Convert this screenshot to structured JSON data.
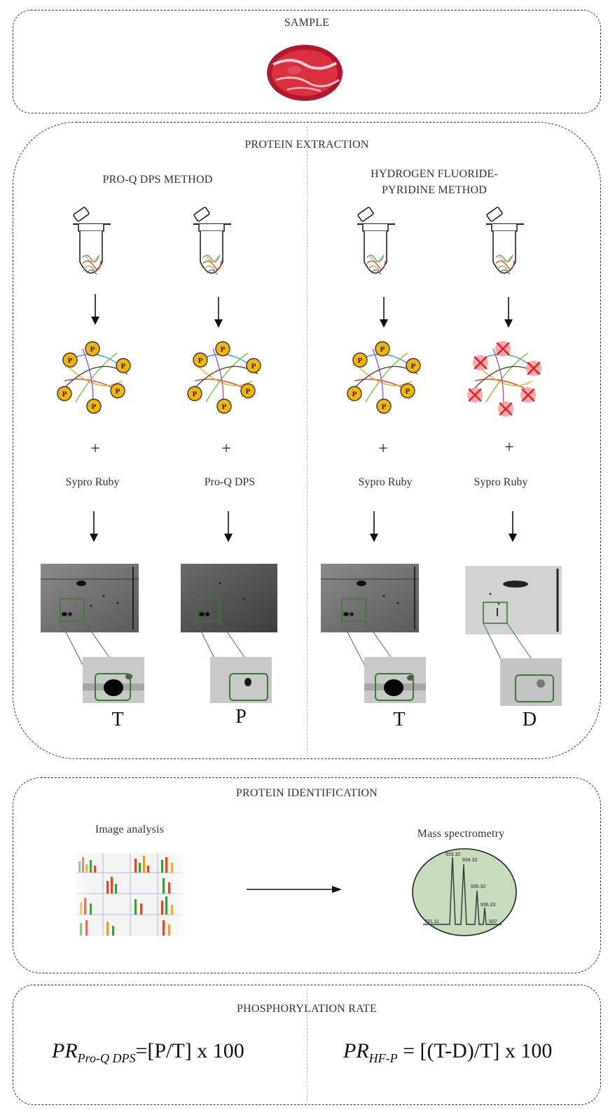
{
  "sample": {
    "title": "SAMPLE",
    "image": "meat-steak-photo"
  },
  "extraction": {
    "title": "PROTEIN EXTRACTION",
    "methods": [
      {
        "label": "PRO-Q DPS METHOD"
      },
      {
        "label_line1": "HYDROGEN FLUORIDE-",
        "label_line2": "PYRIDINE METHOD"
      }
    ],
    "columns": [
      {
        "protein_state": "phosphorylated",
        "plus": "+",
        "stain": "Sypro Ruby",
        "result": "T"
      },
      {
        "protein_state": "phosphorylated",
        "plus": "+",
        "stain": "Pro-Q DPS",
        "result": "P"
      },
      {
        "protein_state": "phosphorylated",
        "plus": "+",
        "stain": "Sypro Ruby",
        "result": "T"
      },
      {
        "protein_state": "dephosphorylated",
        "plus": "+",
        "stain": "Sypro Ruby",
        "result": "D"
      }
    ],
    "phospho_marker": "P",
    "icons": [
      "tube-icon",
      "arrow-down-icon",
      "protein-cluster-icon",
      "gel-image",
      "gel-zoom-image"
    ],
    "colors": {
      "phospho": "#f5b400",
      "dephospho": "#f4a3a3",
      "spot_box": "#3b7a32"
    }
  },
  "identification": {
    "title": "PROTEIN IDENTIFICATION",
    "image_analysis": "Image analysis",
    "mass_spec": "Mass spectrometry",
    "ms_circle_color": "#c6dcbd",
    "peak_labels": [
      "933.32",
      "934.32",
      "935.32",
      "936.33",
      "931.11",
      "937"
    ]
  },
  "phosphorylation_rate": {
    "title": "PHOSPHORYLATION RATE",
    "formula1": {
      "pr": "PR",
      "sub": "Pro-Q DPS",
      "rest": "=[P/T] x 100"
    },
    "formula2": {
      "pr": "PR",
      "sub": "HF-P",
      "rest": " = [(T-D)/T] x 100"
    }
  }
}
